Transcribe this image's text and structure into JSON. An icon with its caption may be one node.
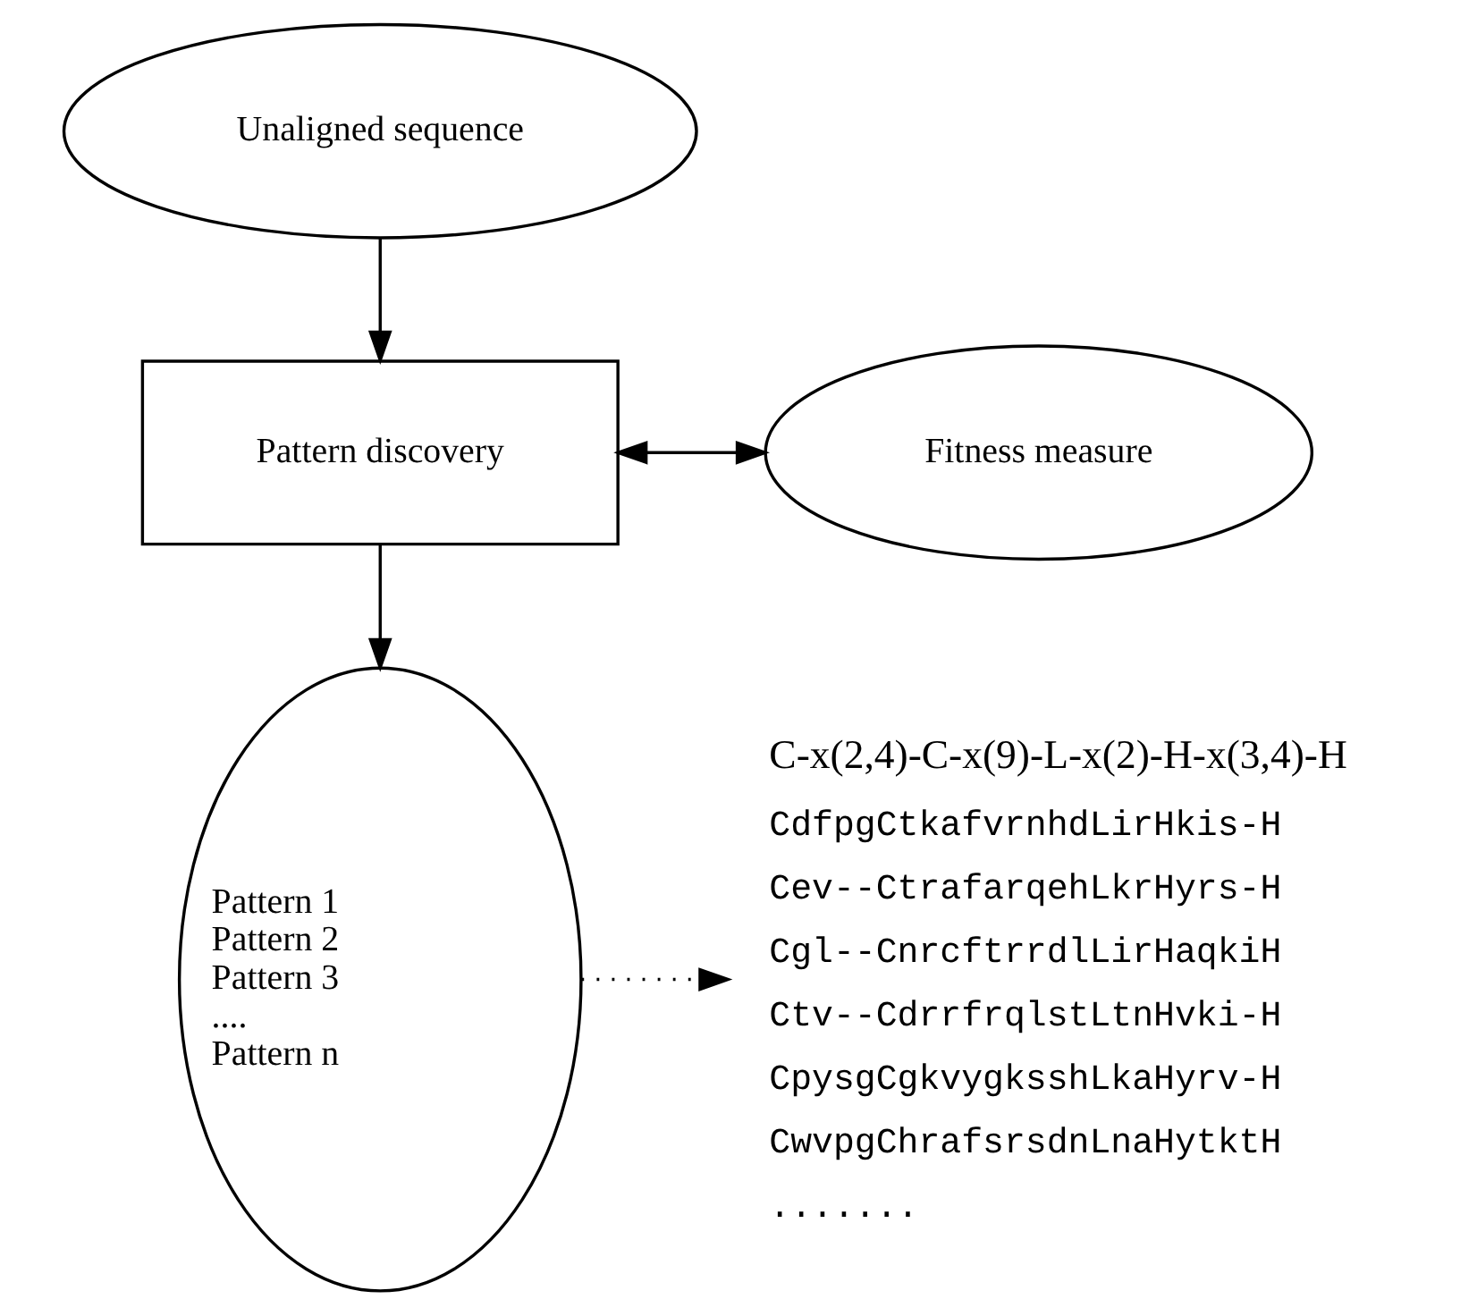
{
  "diagram": {
    "nodes": [
      {
        "text": [
          "Unaligned sequence"
        ]
      },
      {
        "text": [
          "Pattern discovery"
        ]
      },
      {
        "text": [
          "Fitness measure"
        ]
      },
      {
        "text": [
          "Pattern 1",
          "Pattern 2",
          "Pattern 3",
          "....",
          "Pattern n"
        ]
      },
      {
        "text": [
          "C-x(2,4)-C-x(9)-L-x(2)-H-x(3,4)-H",
          "CdfpgCtkafvrnhdLirHkis-H",
          "Cev--CtrafarqehLkrHyrs-H",
          "Cgl--CnrcftrrdlLirHaqkiH",
          "Ctv--CdrrfrqlstLtnHvki-H",
          "CpysgCgkvygksshLkaHyrv-H",
          "CwvpgChrafsrsdnLnaHytktH",
          "......."
        ]
      }
    ],
    "edges": [
      {
        "from": 0,
        "to": 1,
        "arrow": "to"
      },
      {
        "from": 1,
        "to": 2,
        "arrow": "both"
      },
      {
        "from": 1,
        "to": 3,
        "arrow": "to"
      },
      {
        "from": 3,
        "to": 4,
        "arrow": "to",
        "style": "dashed"
      }
    ]
  }
}
